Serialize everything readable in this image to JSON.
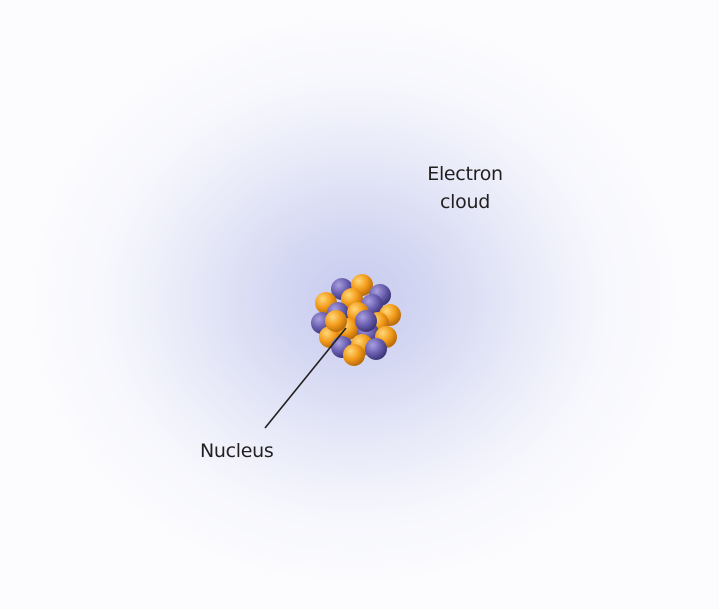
{
  "labels": {
    "electron_cloud_line1": "Electron",
    "electron_cloud_line2": "cloud",
    "nucleus": "Nucleus"
  },
  "colors": {
    "proton": "#f39c1b",
    "neutron": "#6b5fb0",
    "cloud": "#c9cdf0",
    "leader_line": "#231f20"
  }
}
